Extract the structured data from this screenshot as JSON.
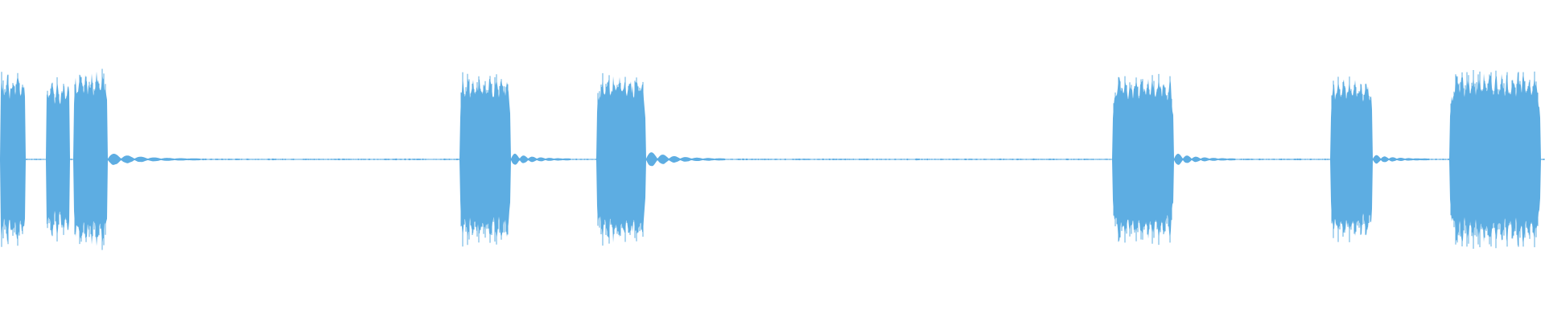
{
  "waveform": {
    "color": "#5dade2",
    "background": "#ffffff",
    "duration_fraction_unit": "fraction-of-track",
    "segments": [
      {
        "id": "burst-1",
        "start": 0.0,
        "end": 0.0165,
        "peak": 0.98,
        "shape": "sustained"
      },
      {
        "id": "burst-2",
        "start": 0.0295,
        "end": 0.0455,
        "peak": 0.9,
        "shape": "sustained"
      },
      {
        "id": "burst-3",
        "start": 0.0475,
        "end": 0.07,
        "peak": 1.0,
        "shape": "sustained"
      },
      {
        "id": "decay-1",
        "start": 0.07,
        "end": 0.13,
        "peak": 0.07,
        "shape": "decay"
      },
      {
        "id": "burst-4",
        "start": 0.2975,
        "end": 0.3305,
        "peak": 0.96,
        "shape": "sustained"
      },
      {
        "id": "decay-2",
        "start": 0.3305,
        "end": 0.37,
        "peak": 0.07,
        "shape": "decay"
      },
      {
        "id": "burst-5",
        "start": 0.386,
        "end": 0.418,
        "peak": 0.96,
        "shape": "sustained"
      },
      {
        "id": "decay-3",
        "start": 0.418,
        "end": 0.47,
        "peak": 0.09,
        "shape": "decay"
      },
      {
        "id": "burst-6",
        "start": 0.72,
        "end": 0.76,
        "peak": 0.95,
        "shape": "sustained"
      },
      {
        "id": "decay-4",
        "start": 0.76,
        "end": 0.8,
        "peak": 0.07,
        "shape": "decay"
      },
      {
        "id": "burst-7",
        "start": 0.861,
        "end": 0.8885,
        "peak": 0.92,
        "shape": "sustained"
      },
      {
        "id": "decay-5",
        "start": 0.8885,
        "end": 0.925,
        "peak": 0.05,
        "shape": "decay"
      },
      {
        "id": "burst-8",
        "start": 0.938,
        "end": 0.9975,
        "peak": 1.0,
        "shape": "sustained"
      }
    ],
    "noise_floor": 0.008
  }
}
